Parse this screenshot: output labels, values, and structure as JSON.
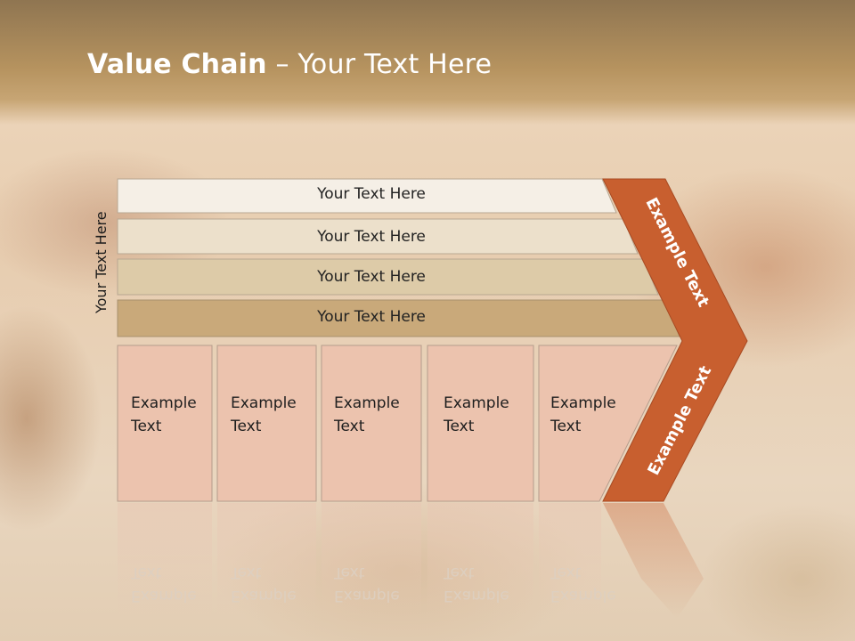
{
  "slide": {
    "title_bold": "Value Chain",
    "title_rest": " – Your Text Here"
  },
  "side_label": "Your Text Here",
  "bands": [
    {
      "label": "Your Text Here",
      "color": "#f5efe6"
    },
    {
      "label": "Your Text Here",
      "color": "#ece0cb"
    },
    {
      "label": "Your Text Here",
      "color": "#ddcba8"
    },
    {
      "label": "Your Text Here",
      "color": "#c9a97a"
    }
  ],
  "boxes": [
    {
      "line1": "Example",
      "line2": "Text"
    },
    {
      "line1": "Example",
      "line2": "Text"
    },
    {
      "line1": "Example",
      "line2": "Text"
    },
    {
      "line1": "Example",
      "line2": "Text"
    },
    {
      "line1": "Example",
      "line2": "Text"
    }
  ],
  "chevron": {
    "top_label": "Example Text",
    "bottom_label": "Example Text",
    "color": "#c85f2f"
  },
  "colors": {
    "box_fill": "#ecc3ae",
    "header": "#b6935f"
  }
}
